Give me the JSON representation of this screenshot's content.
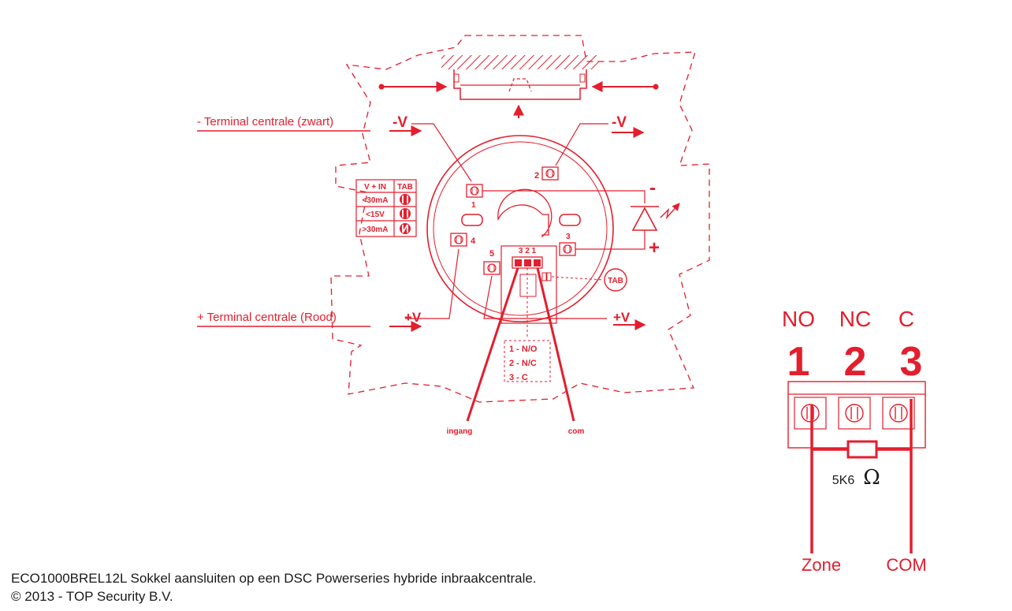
{
  "labels": {
    "terminal_neg": "- Terminal centrale (zwart)",
    "terminal_pos": "+ Terminal centrale (Rood)",
    "neg_v_left": "-V",
    "neg_v_right": "-V",
    "pos_v_left": "+V",
    "pos_v_right": "+V",
    "minus": "-",
    "plus": "+",
    "tab_bubble": "TAB",
    "t1": "1",
    "t2": "2",
    "t3": "3",
    "t4": "4",
    "t5": "5",
    "connector_digits": "3 2 1",
    "ingang": "ingang",
    "com_small": "com"
  },
  "legend_table": {
    "headers": [
      "V + IN",
      "TAB"
    ],
    "rows": [
      {
        "label": "<30mA"
      },
      {
        "label": "<15V"
      },
      {
        "label": ">30mA"
      }
    ]
  },
  "relay_legend": [
    "1 - N/O",
    "2 - N/C",
    "3 - C"
  ],
  "relay_block": {
    "names": [
      "NO",
      "NC",
      "C"
    ],
    "numbers": [
      "1",
      "2",
      "3"
    ],
    "resistor": "5K6",
    "omega": "Ω",
    "zone": "Zone",
    "com": "COM"
  },
  "caption": {
    "line1": "ECO1000BREL12L Sokkel aansluiten op een DSC Powerseries hybride inbraakcentrale.",
    "line2": "© 2013 - TOP Security B.V."
  },
  "colors": {
    "accent": "#e31e2d",
    "text": "#1a1a1a"
  }
}
